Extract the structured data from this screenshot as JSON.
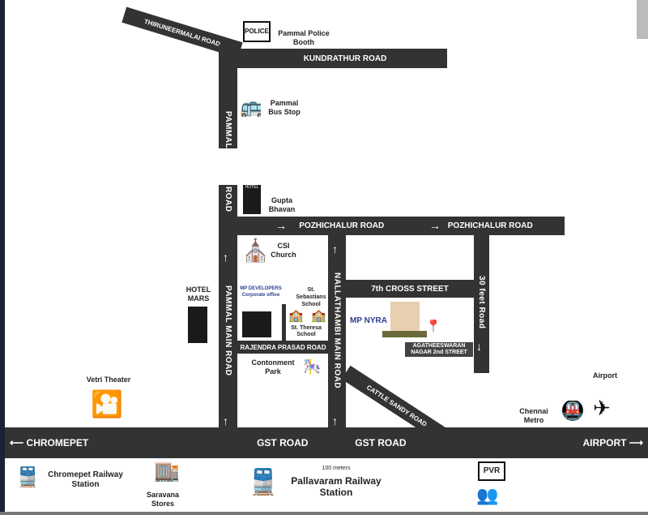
{
  "roads": {
    "thiruneermalai": "THIRUNEERMALAI ROAD",
    "kundrathur": "KUNDRATHUR ROAD",
    "pammal_upper": "PAMMAL",
    "pammal_upper_cont": "ROAD",
    "pammal_main": "PAMMAL MAIN ROAD",
    "pozhichalur_1": "POZHICHALUR ROAD",
    "pozhichalur_2": "POZHICHALUR ROAD",
    "nallathambi": "NALLATHAMBI MAIN ROAD",
    "thirty_feet": "30 feet Road",
    "seventh_cross": "7th CROSS STREET",
    "rajendra_prasad": "RAJENDRA PRASAD ROAD",
    "agatheeswaran": "AGATHEESWARAN NAGAR 2nd STREET",
    "cattle_sandy": "CATTLE SANDY ROAD",
    "gst_1": "GST ROAD",
    "gst_2": "GST ROAD",
    "chromepet": "CHROMEPET",
    "airport": "AIRPORT"
  },
  "landmarks": {
    "police": "Pammal Police Booth",
    "police_sign": "POLICE",
    "bus_stop": "Pammal Bus Stop",
    "gupta": "Gupta Bhavan",
    "hotel_sign": "HOTEL",
    "church": "CSI Church",
    "corporate": "MP DEVELOPERS Corporate office",
    "sebastians": "St. Sebastians School",
    "theresa": "St. Theresa School",
    "project": "MP NYRA",
    "hotel_mars": "HOTEL MARS",
    "park": "Contonment Park",
    "vetri": "Vetri Theater",
    "airport": "Airport",
    "metro": "Chennai Metro"
  },
  "legend": {
    "chromepet_station": "Chromepet Railway Station",
    "saravana": "Saravana Stores",
    "distance": "100 meters",
    "pallavaram": "Pallavaram Railway Station",
    "pvr": "PVR"
  },
  "colors": {
    "road": "#333333",
    "pin": "#d0202a",
    "brand": "#2a3f8f"
  }
}
